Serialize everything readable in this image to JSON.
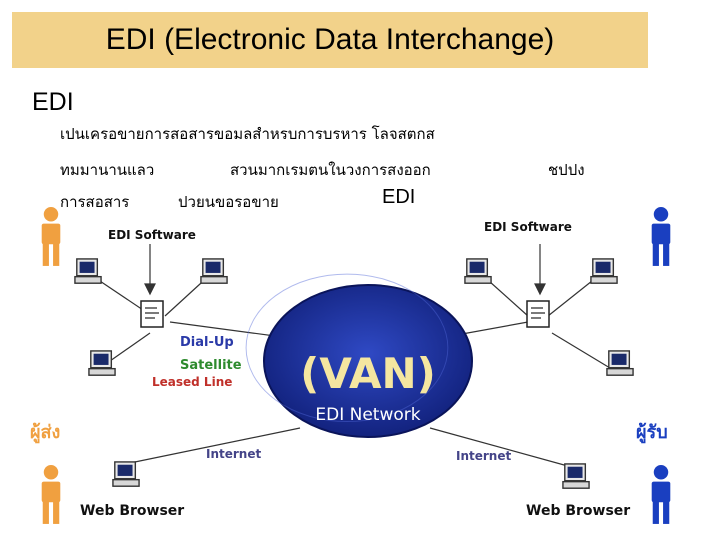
{
  "slide": {
    "title": "EDI (Electronic Data Interchange)",
    "heading": "EDI",
    "body_line1": "เปนเครอขายการสอสารขอมลสำหรบการบรหาร โลจสตกส",
    "body_line2_a": "ทมมานานแลว",
    "body_line2_b": "สวนมากเรมตนในวงการสงออก",
    "body_line2_c": "ชปปง",
    "body_line3_a": "การสอสาร",
    "body_line3_b": "ปวยนขอรอขาย",
    "body_line3_c": "EDI"
  },
  "diagram": {
    "left_software_label": "EDI Software",
    "right_software_label": "EDI Software",
    "van_label": "(VAN)",
    "network_label": "EDI Network",
    "link_dialup": "Dial-Up",
    "link_satellite": "Satellite",
    "link_leased": "Leased Line",
    "internet_left": "Internet",
    "internet_right": "Internet",
    "sender_label": "ผู้ส่ง",
    "receiver_label": "ผู้รับ",
    "web_browser_left": "Web Browser",
    "web_browser_right": "Web Browser"
  },
  "colors": {
    "title_bg": "#f2d28a",
    "globe": "#1a2f9a",
    "van_text": "#f5e6a0",
    "dialup_text": "#2a3aa8",
    "satellite_text": "#2e8b2e",
    "leased_text": "#c0302a",
    "person": "#f0a040",
    "person_right": "#1a3fc0",
    "internet_text": "#444488"
  }
}
